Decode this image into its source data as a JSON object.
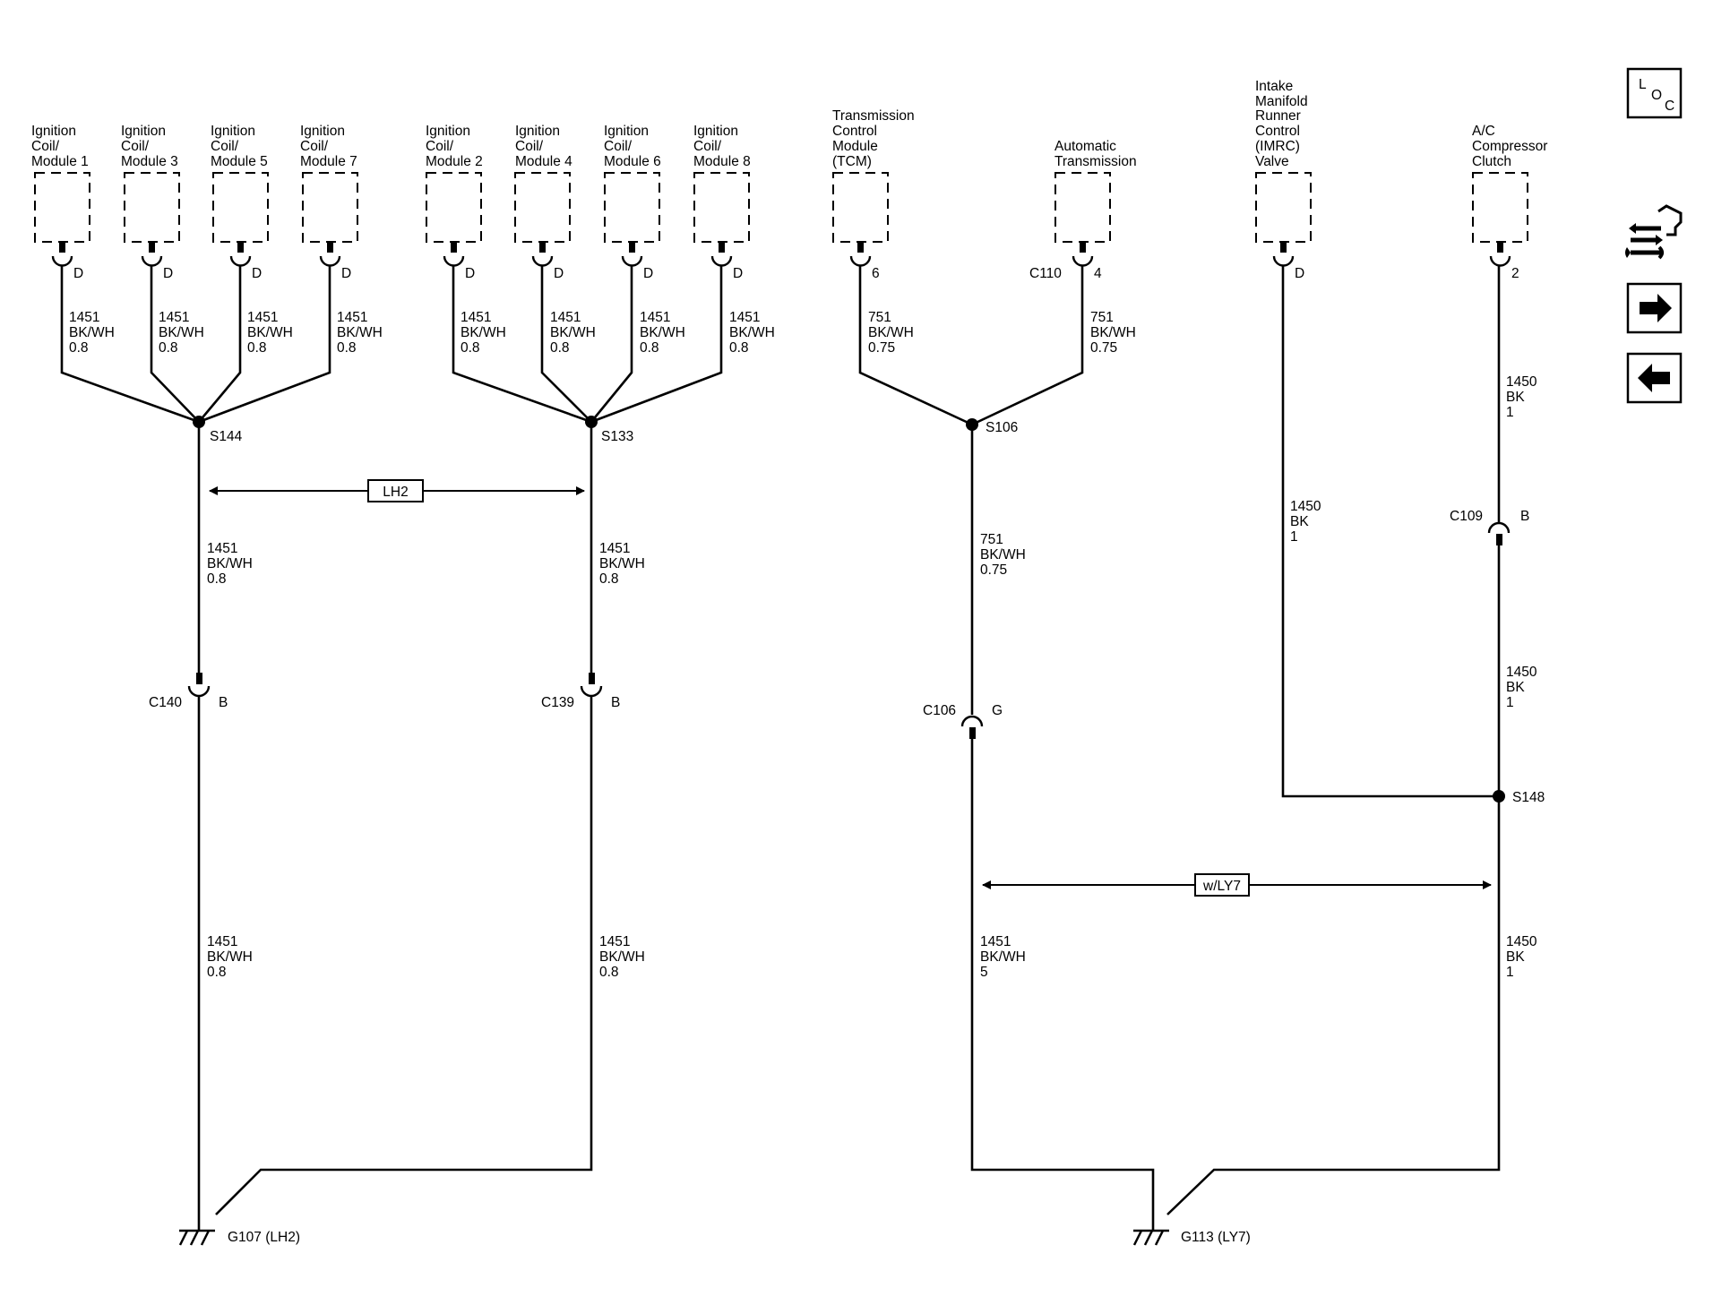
{
  "components": [
    {
      "id": "coil1",
      "label": [
        "Ignition",
        "Coil/",
        "Module 1"
      ]
    },
    {
      "id": "coil3",
      "label": [
        "Ignition",
        "Coil/",
        "Module 3"
      ]
    },
    {
      "id": "coil5",
      "label": [
        "Ignition",
        "Coil/",
        "Module 5"
      ]
    },
    {
      "id": "coil7",
      "label": [
        "Ignition",
        "Coil/",
        "Module 7"
      ]
    },
    {
      "id": "coil2",
      "label": [
        "Ignition",
        "Coil/",
        "Module 2"
      ]
    },
    {
      "id": "coil4",
      "label": [
        "Ignition",
        "Coil/",
        "Module 4"
      ]
    },
    {
      "id": "coil6",
      "label": [
        "Ignition",
        "Coil/",
        "Module 6"
      ]
    },
    {
      "id": "coil8",
      "label": [
        "Ignition",
        "Coil/",
        "Module 8"
      ]
    },
    {
      "id": "tcm",
      "label": [
        "Transmission",
        "Control",
        "Module",
        "(TCM)"
      ]
    },
    {
      "id": "at",
      "label": [
        "Automatic",
        "Transmission"
      ]
    },
    {
      "id": "imrc",
      "label": [
        "Intake",
        "Manifold",
        "Runner",
        "Control",
        "(IMRC)",
        "Valve"
      ]
    },
    {
      "id": "ac",
      "label": [
        "A/C",
        "Compressor",
        "Clutch"
      ]
    }
  ],
  "pins": {
    "coil1": "D",
    "coil3": "D",
    "coil5": "D",
    "coil7": "D",
    "coil2": "D",
    "coil4": "D",
    "coil6": "D",
    "coil8": "D",
    "tcm": "6",
    "at": "4",
    "at_connector": "C110",
    "imrc": "D",
    "ac": "2"
  },
  "wire_labels": {
    "coil1": [
      "1451",
      "BK/WH",
      "0.8"
    ],
    "coil3": [
      "1451",
      "BK/WH",
      "0.8"
    ],
    "coil5": [
      "1451",
      "BK/WH",
      "0.8"
    ],
    "coil7": [
      "1451",
      "BK/WH",
      "0.8"
    ],
    "coil2": [
      "1451",
      "BK/WH",
      "0.8"
    ],
    "coil4": [
      "1451",
      "BK/WH",
      "0.8"
    ],
    "coil6": [
      "1451",
      "BK/WH",
      "0.8"
    ],
    "coil8": [
      "1451",
      "BK/WH",
      "0.8"
    ],
    "tcm": [
      "751",
      "BK/WH",
      "0.75"
    ],
    "at": [
      "751",
      "BK/WH",
      "0.75"
    ],
    "s144_upper": [
      "1451",
      "BK/WH",
      "0.8"
    ],
    "s133_upper": [
      "1451",
      "BK/WH",
      "0.8"
    ],
    "s144_lower": [
      "1451",
      "BK/WH",
      "0.8"
    ],
    "s133_lower": [
      "1451",
      "BK/WH",
      "0.8"
    ],
    "s106_upper": [
      "751",
      "BK/WH",
      "0.75"
    ],
    "c106_lower": [
      "1451",
      "BK/WH",
      "5"
    ],
    "ac_upper": [
      "1450",
      "BK",
      "1"
    ],
    "imrc": [
      "1450",
      "BK",
      "1"
    ],
    "c109_lower": [
      "1450",
      "BK",
      "1"
    ],
    "s148_lower": [
      "1450",
      "BK",
      "1"
    ]
  },
  "splices": {
    "s144": "S144",
    "s133": "S133",
    "s106": "S106",
    "s148": "S148"
  },
  "connectors": {
    "c140": "C140",
    "c140_pin": "B",
    "c139": "C139",
    "c139_pin": "B",
    "c106": "C106",
    "c106_pin": "G",
    "c109": "C109",
    "c109_pin": "B"
  },
  "options": {
    "lh2": "LH2",
    "ly7": "w/LY7"
  },
  "grounds": {
    "g107": "G107 (LH2)",
    "g113": "G113 (LY7)"
  },
  "nav": {
    "loc_button": [
      "L",
      "O",
      "C"
    ]
  }
}
